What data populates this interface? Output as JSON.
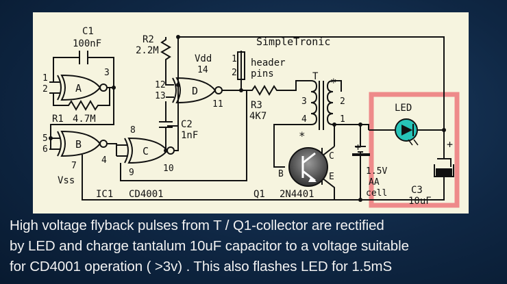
{
  "schematic": {
    "brand": "SimpleTronic",
    "c1": {
      "name": "C1",
      "value": "100nF"
    },
    "r2": {
      "name": "R2",
      "value": "2.2M"
    },
    "r1": {
      "name": "R1",
      "value": "4.7M"
    },
    "c2": {
      "name": "C2",
      "value": "1nF"
    },
    "r3": {
      "name": "R3",
      "value": "4K7"
    },
    "c3": {
      "name": "C3",
      "value": "10uF"
    },
    "gate_a": "A",
    "gate_b": "B",
    "gate_c": "C",
    "gate_d": "D",
    "vdd": "Vdd",
    "vss": "Vss",
    "ic_ref": "IC1",
    "ic_part": "CD4001",
    "header_line1": "header",
    "header_line2": "pins",
    "transformer": "T",
    "q1_ref": "Q1",
    "q1_part": "2N4401",
    "led": "LED",
    "cell_voltage": "1.5V",
    "cell_line1": "AA",
    "cell_line2": "cell",
    "pins": {
      "p1": "1",
      "p2": "2",
      "p3": "3",
      "p4": "4",
      "p5": "5",
      "p6": "6",
      "p7": "7",
      "p8": "8",
      "p9": "9",
      "p10": "10",
      "p11": "11",
      "p12": "12",
      "p13": "13",
      "p14": "14",
      "h1": "1",
      "h2": "2",
      "t3": "3",
      "t4": "4",
      "t2": "2",
      "t1": "1",
      "b": "B",
      "c": "C",
      "e": "E"
    },
    "dot": "*",
    "plus": "+"
  },
  "caption": {
    "line1": "High voltage flyback pulses from T / Q1-collector are rectified",
    "line2": "by LED and charge tantalum 10uF capacitor to a voltage suitable",
    "line3": "for CD4001 operation ( >3v) . This also flashes LED for 1.5mS"
  },
  "colors": {
    "paper": "#f6f4df",
    "highlight": "#ee8a8a",
    "led": "#27c4b8",
    "background": "#0f2744"
  }
}
